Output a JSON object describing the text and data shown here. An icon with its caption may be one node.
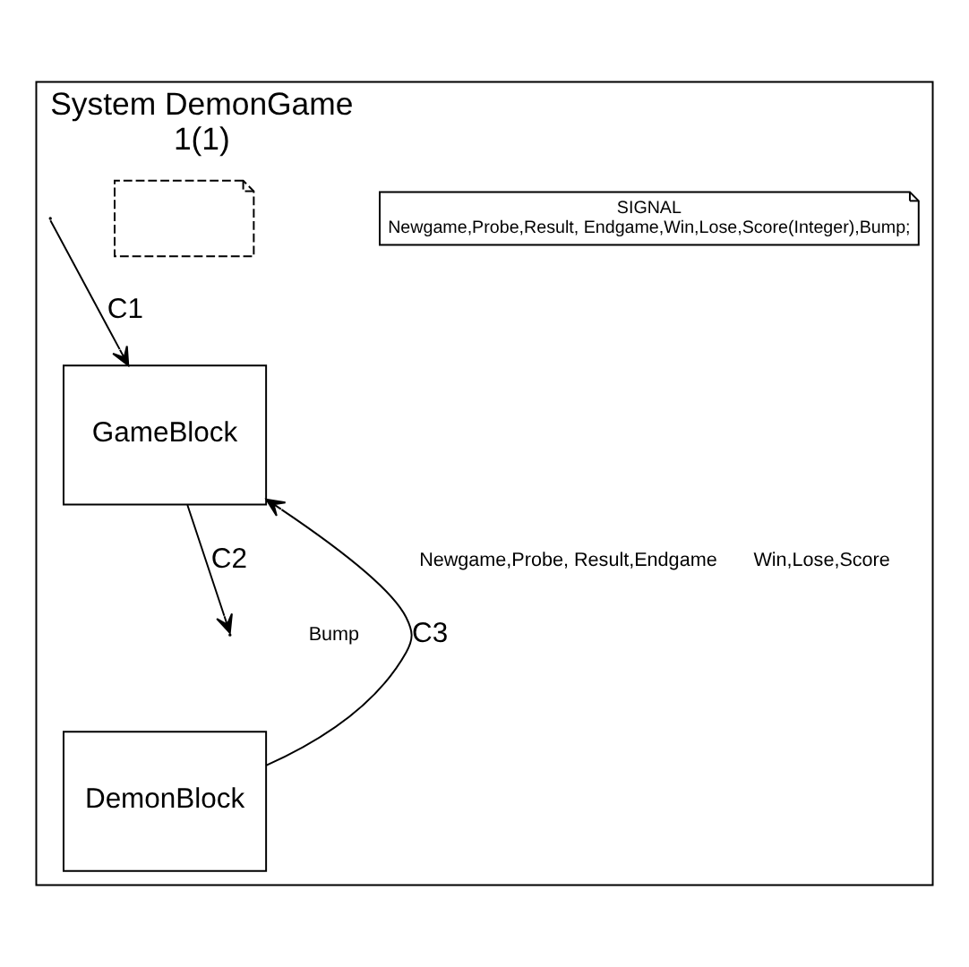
{
  "diagram": {
    "nodes": [
      {
        "text": [
          "System DemonGame",
          "1(1)"
        ]
      },
      {
        "text": [],
        "shape": "note",
        "in": 0
      },
      {
        "text": [
          "SIGNAL",
          "Newgame,Probe,Result, Endgame,Win,Lose,Score(Integer),Bump;"
        ],
        "in": 0
      },
      {
        "text": [
          "GameBlock"
        ],
        "in": 0
      },
      {
        "text": [
          "DemonBlock"
        ],
        "in": 0
      }
    ],
    "edges": [
      {
        "from": null,
        "to": 3,
        "arrow": "to",
        "label": "C1"
      },
      {
        "from": 3,
        "to": null,
        "arrow": "to",
        "label": "C2"
      },
      {
        "from": 4,
        "to": 3,
        "arrow": "to",
        "label": "C3"
      }
    ],
    "labels": [
      "Newgame,Probe, Result,Endgame",
      "Win,Lose,Score",
      "Bump"
    ]
  }
}
